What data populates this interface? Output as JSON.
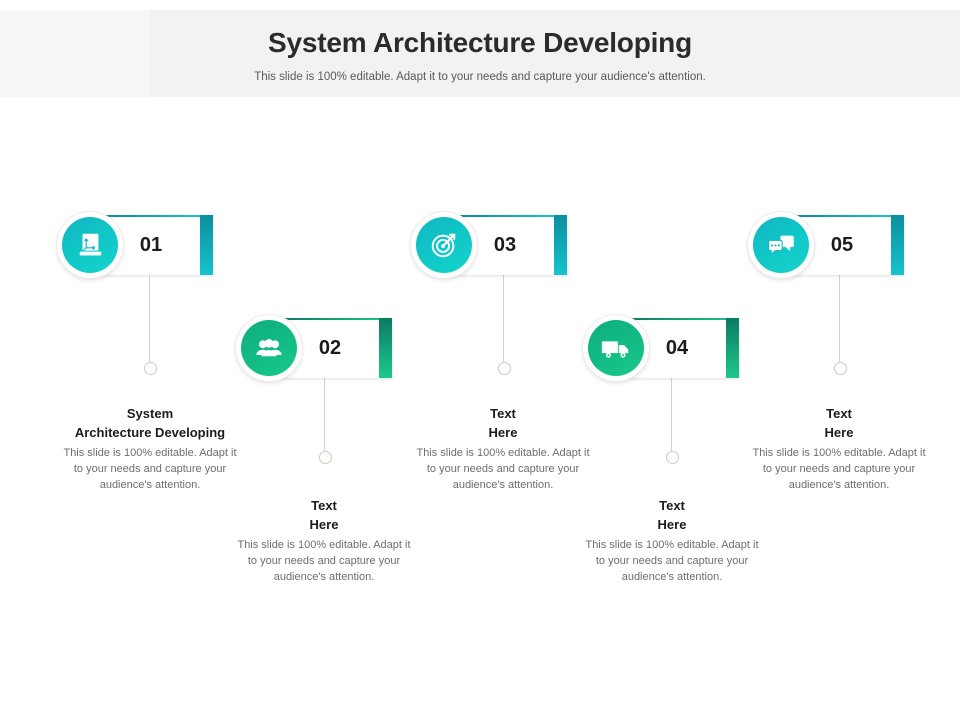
{
  "header": {
    "title": "System Architecture Developing",
    "subtitle": "This slide is 100% editable. Adapt it to your needs and capture your audience's attention."
  },
  "colors": {
    "teal_dark": "#0b7c8c",
    "teal": "#13b4c2",
    "teal_light": "#16d3cd",
    "green_dark": "#0b7a63",
    "green": "#12ba84",
    "green_light": "#1ac98c",
    "header_band": "#f2f2f2",
    "title_text": "#2b2b2b",
    "body_text": "#6e6e6e",
    "connector": "#d3d3cf"
  },
  "body_text": "This slide is 100% editable. Adapt it to your needs and capture your audience's attention.",
  "steps": [
    {
      "number": "01",
      "icon": "cad-dimension-icon",
      "theme": "teal",
      "title_line1": "System",
      "title_line2": "Architecture Developing",
      "body": "This slide is 100% editable. Adapt it to your needs and capture your audience's attention."
    },
    {
      "number": "02",
      "icon": "people-group-icon",
      "theme": "green",
      "title_line1": "Text",
      "title_line2": "Here",
      "body": "This slide is 100% editable. Adapt it to your needs and capture your audience's attention."
    },
    {
      "number": "03",
      "icon": "target-arrow-icon",
      "theme": "teal",
      "title_line1": "Text",
      "title_line2": "Here",
      "body": "This slide is 100% editable. Adapt it to your needs and capture your audience's attention."
    },
    {
      "number": "04",
      "icon": "delivery-truck-icon",
      "theme": "green",
      "title_line1": "Text",
      "title_line2": "Here",
      "body": "This slide is 100% editable. Adapt it to your needs and capture your audience's attention."
    },
    {
      "number": "05",
      "icon": "chat-bubbles-icon",
      "theme": "teal",
      "title_line1": "Text",
      "title_line2": "Here",
      "body": "This slide is 100% editable. Adapt it to your needs and capture your audience's attention."
    }
  ]
}
